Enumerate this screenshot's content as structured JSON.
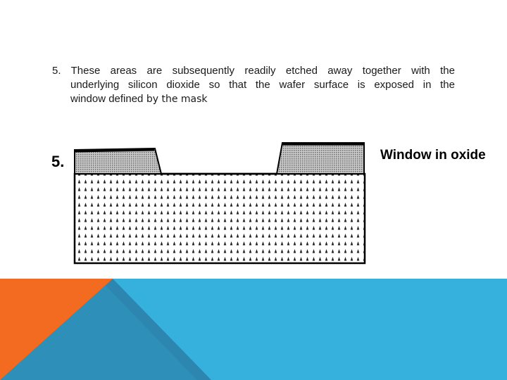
{
  "text": {
    "paragraph_lines": [
      "5. These areas are subsequently readily etched away together with the",
      "underlying silicon dioxide so that the wafer surface is exposed in the"
    ],
    "last_line_bold_part": "window defined",
    "last_line_rest": " by the mask"
  },
  "figure": {
    "step_label": "5.",
    "window_label": "Window in oxide"
  },
  "colors": {
    "orange": "#F26B21",
    "blue": "#36B0DC",
    "oxide_fill": "#8a8a8a",
    "substrate_dot": "#222222"
  }
}
